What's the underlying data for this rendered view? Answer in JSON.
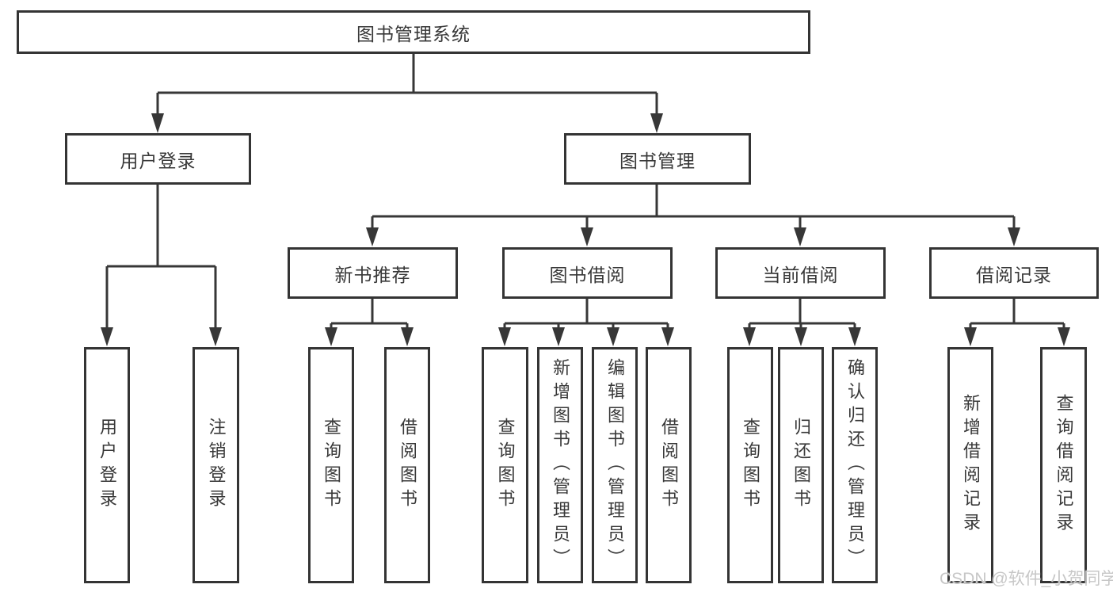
{
  "diagram": {
    "type": "feature-tree",
    "colors": {
      "background": "#ffffff",
      "line": "#373737",
      "box_border": "#343434",
      "text": "#383838",
      "watermark": "#c7c7c7"
    },
    "tree": {
      "label": "图书管理系统",
      "children": [
        {
          "label": "用户登录",
          "children": [
            {
              "label": "用户登录"
            },
            {
              "label": "注销登录"
            }
          ]
        },
        {
          "label": "图书管理",
          "children": [
            {
              "label": "新书推荐",
              "children": [
                {
                  "label": "查询图书"
                },
                {
                  "label": "借阅图书"
                }
              ]
            },
            {
              "label": "图书借阅",
              "children": [
                {
                  "label": "查询图书"
                },
                {
                  "label": "新增图书（管理员）"
                },
                {
                  "label": "编辑图书（管理员）"
                },
                {
                  "label": "借阅图书"
                }
              ]
            },
            {
              "label": "当前借阅",
              "children": [
                {
                  "label": "查询图书"
                },
                {
                  "label": "归还图书"
                },
                {
                  "label": "确认归还（管理员）"
                }
              ]
            },
            {
              "label": "借阅记录",
              "children": [
                {
                  "label": "新增借阅记录"
                },
                {
                  "label": "查询借阅记录"
                }
              ]
            }
          ]
        }
      ]
    },
    "watermark": {
      "text": "CSDN @软件_小贺同学"
    }
  }
}
